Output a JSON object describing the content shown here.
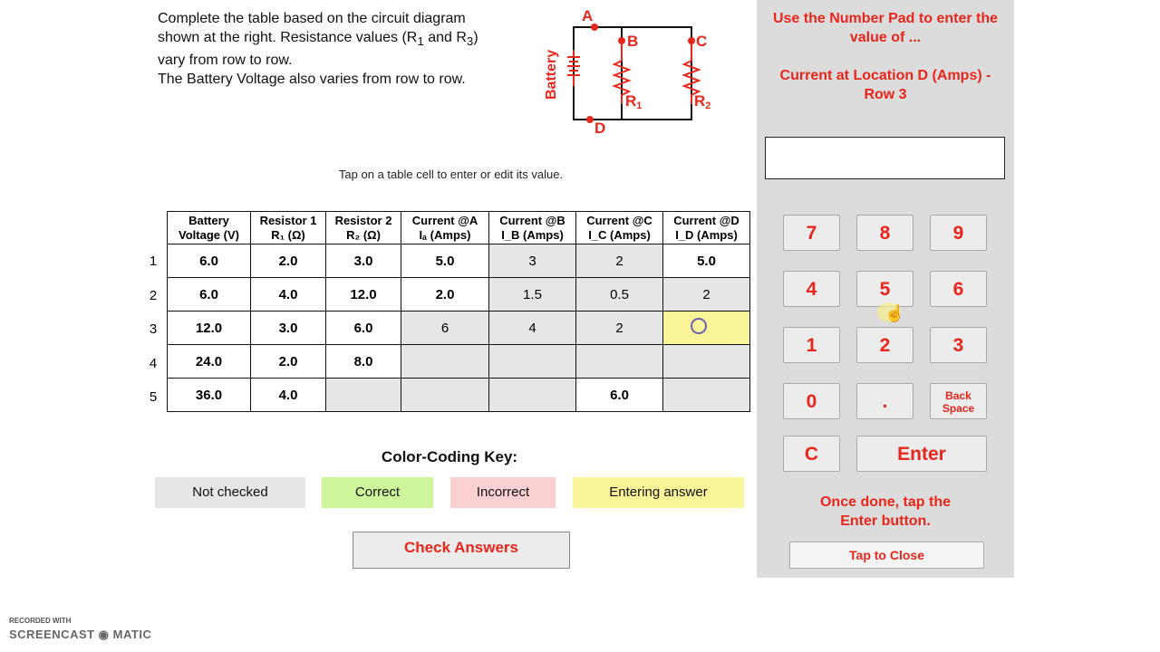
{
  "instructions": {
    "line1": "Complete the table based on the circuit diagram shown at the right. Resistance values (R",
    "sub1": "1",
    "mid": " and R",
    "sub2": "3",
    "line1_end": ") vary from row to row.",
    "line2": "The Battery Voltage also varies from row to row."
  },
  "circuit": {
    "battery_label": "Battery",
    "points": [
      "A",
      "B",
      "C",
      "D"
    ],
    "r1": "R",
    "r1_sub": "1",
    "r2": "R",
    "r2_sub": "2",
    "color": "#e8261b"
  },
  "tap_note": "Tap on a table cell to enter or edit its value.",
  "table": {
    "headers": [
      [
        "Battery",
        "Voltage (V)"
      ],
      [
        "Resistor 1",
        "R₁ (Ω)"
      ],
      [
        "Resistor 2",
        "R₂ (Ω)"
      ],
      [
        "Current @A",
        "Iₐ (Amps)"
      ],
      [
        "Current @B",
        "I_B (Amps)"
      ],
      [
        "Current @C",
        "I_C (Amps)"
      ],
      [
        "Current @D",
        "I_D (Amps)"
      ]
    ],
    "rows": [
      {
        "num": "1",
        "cells": [
          "6.0",
          "2.0",
          "3.0",
          "5.0",
          "3",
          "2",
          "5.0"
        ],
        "state": [
          "b",
          "b",
          "b",
          "b",
          "g",
          "g",
          "b"
        ]
      },
      {
        "num": "2",
        "cells": [
          "6.0",
          "4.0",
          "12.0",
          "2.0",
          "1.5",
          "0.5",
          "2"
        ],
        "state": [
          "b",
          "b",
          "b",
          "b",
          "g",
          "g",
          "g"
        ]
      },
      {
        "num": "3",
        "cells": [
          "12.0",
          "3.0",
          "6.0",
          "6",
          "4",
          "2",
          ""
        ],
        "state": [
          "b",
          "b",
          "b",
          "g",
          "g",
          "g",
          "y"
        ]
      },
      {
        "num": "4",
        "cells": [
          "24.0",
          "2.0",
          "8.0",
          "",
          "",
          "",
          ""
        ],
        "state": [
          "b",
          "b",
          "b",
          "g",
          "g",
          "g",
          "g"
        ]
      },
      {
        "num": "5",
        "cells": [
          "36.0",
          "4.0",
          "",
          "",
          "",
          "6.0",
          ""
        ],
        "state": [
          "b",
          "b",
          "g",
          "g",
          "g",
          "b",
          "g"
        ]
      }
    ]
  },
  "key": {
    "title": "Color-Coding Key:",
    "items": [
      {
        "label": "Not checked",
        "color": "#e6e6e6"
      },
      {
        "label": "Correct",
        "color": "#cdf59a"
      },
      {
        "label": "Incorrect",
        "color": "#fbd0d0"
      },
      {
        "label": "Entering answer",
        "color": "#fbf59a"
      }
    ]
  },
  "check_button": "Check Answers",
  "numpad": {
    "title": "Use the Number Pad to enter the value of ...",
    "target": "Current at Location D (Amps) - Row 3",
    "input_value": "",
    "keys": [
      "7",
      "8",
      "9",
      "4",
      "5",
      "6",
      "1",
      "2",
      "3",
      "0",
      "."
    ],
    "backspace": "Back Space",
    "clear": "C",
    "enter": "Enter",
    "done_note": "Once done, tap the Enter button.",
    "close": "Tap to Close"
  },
  "watermark": {
    "line1": "RECORDED WITH",
    "line2": "SCREENCAST ◉ MATIC"
  }
}
